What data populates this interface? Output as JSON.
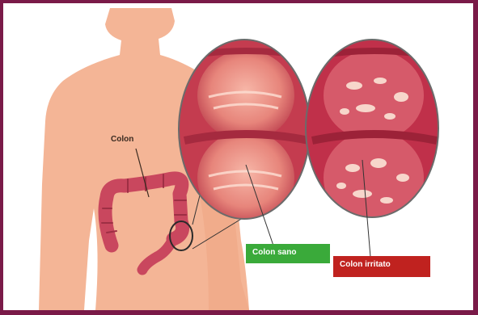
{
  "labels": {
    "colon": "Colon",
    "healthy": "Colon sano",
    "irritated": "Colon irritato"
  },
  "colors": {
    "frame": "#7a1a48",
    "skin": "#f4b596",
    "colon": "#c9475e",
    "healthy_tag": "#3aaa3a",
    "irritated_tag": "#c0221f"
  }
}
